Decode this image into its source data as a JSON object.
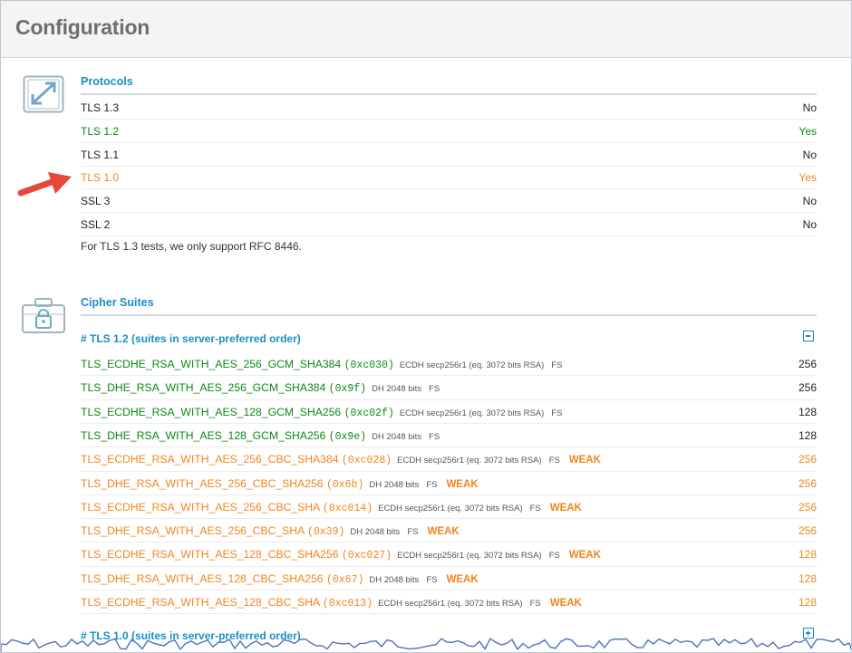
{
  "page": {
    "title": "Configuration"
  },
  "protocols": {
    "title": "Protocols",
    "rows": [
      {
        "name": "TLS 1.3",
        "value": "No",
        "color": "black"
      },
      {
        "name": "TLS 1.2",
        "value": "Yes",
        "color": "green"
      },
      {
        "name": "TLS 1.1",
        "value": "No",
        "color": "black"
      },
      {
        "name": "TLS 1.0",
        "value": "Yes",
        "color": "orange"
      },
      {
        "name": "SSL 3",
        "value": "No",
        "color": "black"
      },
      {
        "name": "SSL 2",
        "value": "No",
        "color": "black"
      }
    ],
    "note": "For TLS 1.3 tests, we only support RFC 8446."
  },
  "cipher_suites": {
    "title": "Cipher Suites",
    "groups": [
      {
        "heading": "# TLS 1.2 (suites in server-preferred order)",
        "expanded": true,
        "suites": [
          {
            "name": "TLS_ECDHE_RSA_WITH_AES_256_GCM_SHA384",
            "code": "(0xc030)",
            "kx": "ECDH secp256r1 (eq. 3072 bits RSA)",
            "fs": "FS",
            "weak": "",
            "bits": "256",
            "color": "green"
          },
          {
            "name": "TLS_DHE_RSA_WITH_AES_256_GCM_SHA384",
            "code": "(0x9f)",
            "kx": "DH 2048 bits",
            "fs": "FS",
            "weak": "",
            "bits": "256",
            "color": "green"
          },
          {
            "name": "TLS_ECDHE_RSA_WITH_AES_128_GCM_SHA256",
            "code": "(0xc02f)",
            "kx": "ECDH secp256r1 (eq. 3072 bits RSA)",
            "fs": "FS",
            "weak": "",
            "bits": "128",
            "color": "green"
          },
          {
            "name": "TLS_DHE_RSA_WITH_AES_128_GCM_SHA256",
            "code": "(0x9e)",
            "kx": "DH 2048 bits",
            "fs": "FS",
            "weak": "",
            "bits": "128",
            "color": "green"
          },
          {
            "name": "TLS_ECDHE_RSA_WITH_AES_256_CBC_SHA384",
            "code": "(0xc028)",
            "kx": "ECDH secp256r1 (eq. 3072 bits RSA)",
            "fs": "FS",
            "weak": "WEAK",
            "bits": "256",
            "color": "orange"
          },
          {
            "name": "TLS_DHE_RSA_WITH_AES_256_CBC_SHA256",
            "code": "(0x6b)",
            "kx": "DH 2048 bits",
            "fs": "FS",
            "weak": "WEAK",
            "bits": "256",
            "color": "orange"
          },
          {
            "name": "TLS_ECDHE_RSA_WITH_AES_256_CBC_SHA",
            "code": "(0xc014)",
            "kx": "ECDH secp256r1 (eq. 3072 bits RSA)",
            "fs": "FS",
            "weak": "WEAK",
            "bits": "256",
            "color": "orange"
          },
          {
            "name": "TLS_DHE_RSA_WITH_AES_256_CBC_SHA",
            "code": "(0x39)",
            "kx": "DH 2048 bits",
            "fs": "FS",
            "weak": "WEAK",
            "bits": "256",
            "color": "orange"
          },
          {
            "name": "TLS_ECDHE_RSA_WITH_AES_128_CBC_SHA256",
            "code": "(0xc027)",
            "kx": "ECDH secp256r1 (eq. 3072 bits RSA)",
            "fs": "FS",
            "weak": "WEAK",
            "bits": "128",
            "color": "orange"
          },
          {
            "name": "TLS_DHE_RSA_WITH_AES_128_CBC_SHA256",
            "code": "(0x67)",
            "kx": "DH 2048 bits",
            "fs": "FS",
            "weak": "WEAK",
            "bits": "128",
            "color": "orange"
          },
          {
            "name": "TLS_ECDHE_RSA_WITH_AES_128_CBC_SHA",
            "code": "(0xc013)",
            "kx": "ECDH secp256r1 (eq. 3072 bits RSA)",
            "fs": "FS",
            "weak": "WEAK",
            "bits": "128",
            "color": "orange"
          }
        ]
      },
      {
        "heading": "# TLS 1.0 (suites in server-preferred order)",
        "expanded": false,
        "suites": []
      }
    ]
  },
  "icons": {
    "protocols": "expand-arrows-icon",
    "cipher_suites": "lock-toolbox-icon",
    "collapse": "minus-square-icon",
    "expand": "plus-square-icon",
    "annotation": "red-arrow-icon"
  },
  "colors": {
    "accent": "#1a8fc7",
    "green": "#0b8a12",
    "orange": "#f0851e",
    "arrow": "#e8483a"
  }
}
